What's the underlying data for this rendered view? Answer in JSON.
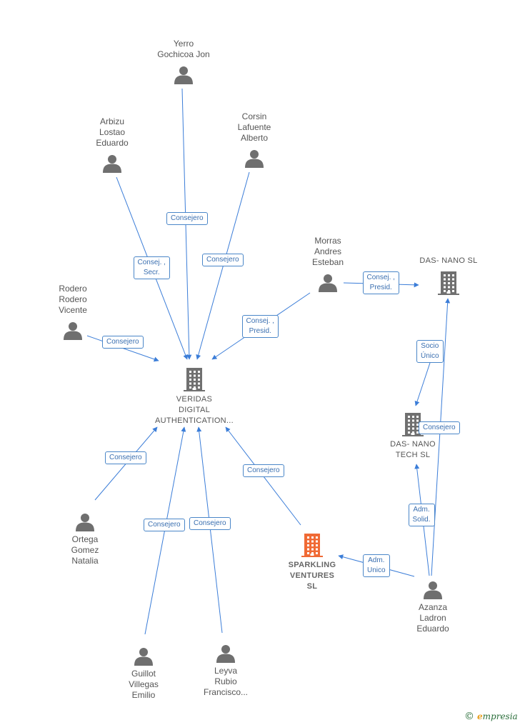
{
  "nodes": [
    {
      "id": "yerro",
      "kind": "person",
      "label": "Yerro\nGochicoa Jon"
    },
    {
      "id": "arbizu",
      "kind": "person",
      "label": "Arbizu\nLostao\nEduardo"
    },
    {
      "id": "corsin",
      "kind": "person",
      "label": "Corsin\nLafuente\nAlberto"
    },
    {
      "id": "morras",
      "kind": "person",
      "label": "Morras\nAndres\nEsteban"
    },
    {
      "id": "rodero",
      "kind": "person",
      "label": "Rodero\nRodero\nVicente"
    },
    {
      "id": "veridas",
      "kind": "company",
      "label": "VERIDAS\nDIGITAL\nAUTHENTICATION..."
    },
    {
      "id": "dasnanosl",
      "kind": "company",
      "label": "DAS- NANO SL"
    },
    {
      "id": "dasnanotech",
      "kind": "company",
      "label": "DAS- NANO\nTECH  SL"
    },
    {
      "id": "ortega",
      "kind": "person",
      "label": "Ortega\nGomez\nNatalia"
    },
    {
      "id": "sparkling",
      "kind": "company-highlight",
      "label": "SPARKLING\nVENTURES\nSL"
    },
    {
      "id": "azanza",
      "kind": "person",
      "label": "Azanza\nLadron\nEduardo"
    },
    {
      "id": "guillot",
      "kind": "person",
      "label": "Guillot\nVillegas\nEmilio"
    },
    {
      "id": "leyva",
      "kind": "person",
      "label": "Leyva\nRubio\nFrancisco..."
    }
  ],
  "edges": [
    {
      "from": "yerro",
      "to": "veridas",
      "label": "Consejero"
    },
    {
      "from": "arbizu",
      "to": "veridas",
      "label": "Consej. ,\nSecr."
    },
    {
      "from": "corsin",
      "to": "veridas",
      "label": "Consejero"
    },
    {
      "from": "morras",
      "to": "veridas",
      "label": "Consej. ,\nPresid."
    },
    {
      "from": "rodero",
      "to": "veridas",
      "label": "Consejero"
    },
    {
      "from": "morras",
      "to": "dasnanosl",
      "label": "Consej. ,\nPresid."
    },
    {
      "from": "dasnanosl",
      "to": "dasnanotech",
      "label": "Socio\nÚnico"
    },
    {
      "from": "azanza",
      "to": "dasnanosl",
      "label": "Consejero"
    },
    {
      "from": "azanza",
      "to": "dasnanotech",
      "label": "Adm.\nSolid."
    },
    {
      "from": "azanza",
      "to": "sparkling",
      "label": "Adm.\nUnico"
    },
    {
      "from": "ortega",
      "to": "veridas",
      "label": "Consejero"
    },
    {
      "from": "guillot",
      "to": "veridas",
      "label": "Consejero"
    },
    {
      "from": "leyva",
      "to": "veridas",
      "label": "Consejero"
    },
    {
      "from": "sparkling",
      "to": "veridas",
      "label": "Consejero"
    }
  ],
  "colors": {
    "edge": "#3b7dd8",
    "person": "#6f6f6f",
    "company": "#707070",
    "highlight": "#f06a35"
  },
  "brand": {
    "copyright": "©",
    "initial": "e",
    "name": "mpresia"
  }
}
